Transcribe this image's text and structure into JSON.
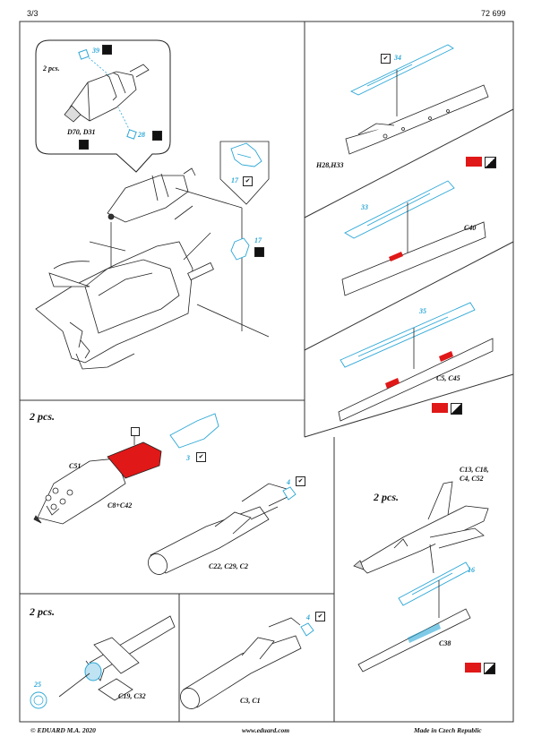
{
  "header": {
    "page": "3/3",
    "code": "72 699"
  },
  "panel1": {
    "inset_qty": "2 pcs.",
    "inset_part_top": "39",
    "inset_part_bottom": "28",
    "inset_label": "D70, D31",
    "part_17_a": "17",
    "part_17_b": "17"
  },
  "panel2": {
    "part_34": "34",
    "label": "H28,H33"
  },
  "panel3": {
    "part_33": "33",
    "label": "C40"
  },
  "panel4": {
    "part_35": "35",
    "label": "C5, C45"
  },
  "panel5": {
    "qty": "2 pcs.",
    "label_c51": "C51",
    "label_c8": "C8+C42",
    "part_3": "3",
    "part_4": "4",
    "label_c22": "C22, C29, C2"
  },
  "panel6": {
    "qty": "2 pcs.",
    "label_top": "C13, C18,",
    "label_top2": "C4, C52",
    "part_16": "16",
    "label_c38": "C38"
  },
  "panel7": {
    "qty": "2 pcs.",
    "part_25": "25",
    "label": "C19, C32"
  },
  "panel8": {
    "part_4": "4",
    "label": "C3, C1"
  },
  "footer": {
    "copyright": "© EDUARD  M.A. 2020",
    "website": "www.eduard.com",
    "origin": "Made in Czech Republic"
  },
  "colors": {
    "red": "#e01818",
    "blue": "#2aa6d6",
    "border": "#333333"
  }
}
